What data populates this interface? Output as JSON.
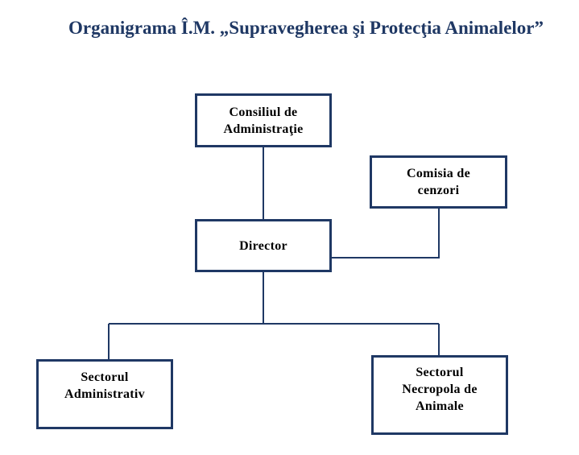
{
  "title": "Organigrama Î.M. „Supravegherea şi Protecţia Animalelor”",
  "nodes": {
    "consiliu": "Consiliul de\nAdministraţie",
    "cenzori": "Comisia de\ncenzori",
    "director": "Director",
    "administrativ": "Sectorul\nAdministrativ",
    "necropola": "Sectorul\nNecropola de\nAnimale"
  },
  "colors": {
    "title": "#1f3864",
    "border": "#1f3864",
    "line": "#1f3864"
  }
}
